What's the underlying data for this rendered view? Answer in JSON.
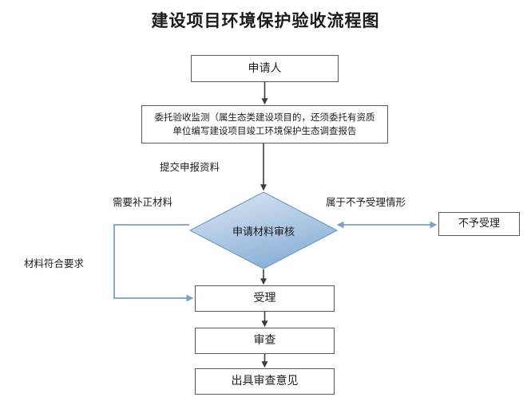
{
  "page": {
    "title": "建设项目环境保护验收流程图",
    "background_color": "#ffffff"
  },
  "colors": {
    "box_border": "#5a5a5a",
    "box_fill": "#ffffff",
    "diamond_fill_light": "#d3e1f0",
    "diamond_fill_dark": "#8cb2d7",
    "diamond_border": "#6e9bc6",
    "connector_dark": "#3d3d3d",
    "connector_blue": "#7e9fc1",
    "text": "#1c1c1c"
  },
  "nodes": {
    "applicant": {
      "label": "申请人",
      "shape": "process"
    },
    "entrust": {
      "line1": "委托验收监测（属生态类建设项目的，还须委托有资质",
      "line2": "单位编写建设项目竣工环境保护生态调查报告",
      "shape": "process"
    },
    "decision": {
      "label": "申请材料审核",
      "shape": "decision"
    },
    "reject": {
      "label": "不予受理",
      "shape": "process"
    },
    "accept": {
      "label": "受理",
      "shape": "process"
    },
    "examine": {
      "label": "审查",
      "shape": "process"
    },
    "opinion": {
      "label": "出具审查意见",
      "shape": "process"
    }
  },
  "edge_labels": {
    "submit": "提交申报资料",
    "need_correction": "需要补正材料",
    "not_acceptable": "属于不予受理情形",
    "meets_requirements": "材料符合要求"
  },
  "chart_data": {
    "type": "diagram",
    "title": "建设项目环境保护验收流程图",
    "nodes": [
      {
        "id": "applicant",
        "text": "申请人",
        "shape": "rect"
      },
      {
        "id": "entrust",
        "text": "委托验收监测（属生态类建设项目的，还须委托有资质单位编写建设项目竣工环境保护生态调查报告",
        "shape": "rect"
      },
      {
        "id": "decision",
        "text": "申请材料审核",
        "shape": "diamond"
      },
      {
        "id": "reject",
        "text": "不予受理",
        "shape": "rect"
      },
      {
        "id": "accept",
        "text": "受理",
        "shape": "rect"
      },
      {
        "id": "examine",
        "text": "审查",
        "shape": "rect"
      },
      {
        "id": "opinion",
        "text": "出具审查意见",
        "shape": "rect"
      }
    ],
    "edges": [
      {
        "from": "applicant",
        "to": "entrust",
        "label": ""
      },
      {
        "from": "entrust",
        "to": "decision",
        "label": "提交申报资料"
      },
      {
        "from": "decision",
        "to": "reject",
        "label": "属于不予受理情形"
      },
      {
        "from": "decision",
        "to": "accept",
        "label": "材料符合要求"
      },
      {
        "from": "decision",
        "to": "accept",
        "label": "需要补正材料"
      },
      {
        "from": "accept",
        "to": "examine",
        "label": ""
      },
      {
        "from": "examine",
        "to": "opinion",
        "label": ""
      }
    ]
  }
}
